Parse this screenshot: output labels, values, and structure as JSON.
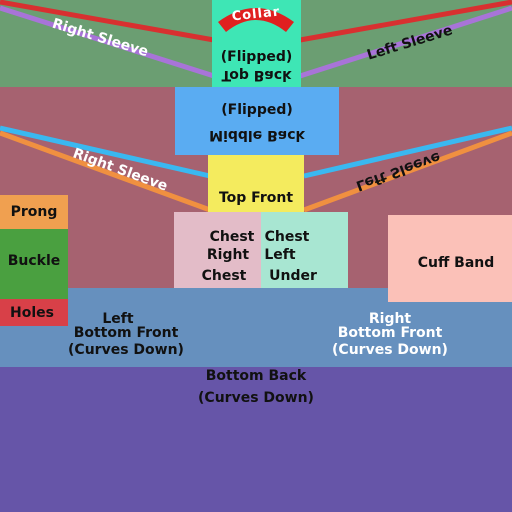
{
  "colors": {
    "top_band": "#6b9e72",
    "middle_band": "#a66270",
    "collar_area": "#3ee6b5",
    "collar_tab": "#e02020",
    "top_back": "#5aacf2",
    "top_front": "#f4eb5e",
    "right_chest": "#e3bcc8",
    "left_chest": "#a8e6d2",
    "cuff_band": "#fbc1b8",
    "prong": "#f0a050",
    "buckle": "#4aa040",
    "holes": "#d84048",
    "bottom_front": "#6690be",
    "bottom_back": "#6655a8",
    "sleeve_red": "#d83030",
    "sleeve_purple": "#a874d8",
    "sleeve_blue": "#3ab8f0",
    "sleeve_orange": "#f09040"
  },
  "labels": {
    "collar": "Collar",
    "top_back_flipped": "(Flipped)",
    "top_back_text": "Top Back",
    "middle_back_flipped": "(Flipped)",
    "middle_back_text": "Middle Back",
    "top_front": "Top Front",
    "right_sleeve_top": "Right Sleeve",
    "left_sleeve_top": "Left Sleeve",
    "right_sleeve_mid": "Right Sleeve",
    "left_sleeve_mid": "Left Sleeve",
    "chest_right_1": "Chest",
    "chest_right_2": "Right",
    "chest_right_3": "Chest",
    "chest_left_1": "Chest",
    "chest_left_2": "Left",
    "chest_left_3": "Under",
    "cuff_band": "Cuff Band",
    "prong": "Prong",
    "buckle": "Buckle",
    "holes": "Holes",
    "left_bottom_front_1": "Left",
    "left_bottom_front_2": "Bottom Front",
    "left_bottom_front_3": "(Curves Down)",
    "right_bottom_front_1": "Right",
    "right_bottom_front_2": "Bottom Front",
    "right_bottom_front_3": "(Curves Down)",
    "bottom_back_1": "Bottom Back",
    "bottom_back_2": "(Curves Down)"
  }
}
